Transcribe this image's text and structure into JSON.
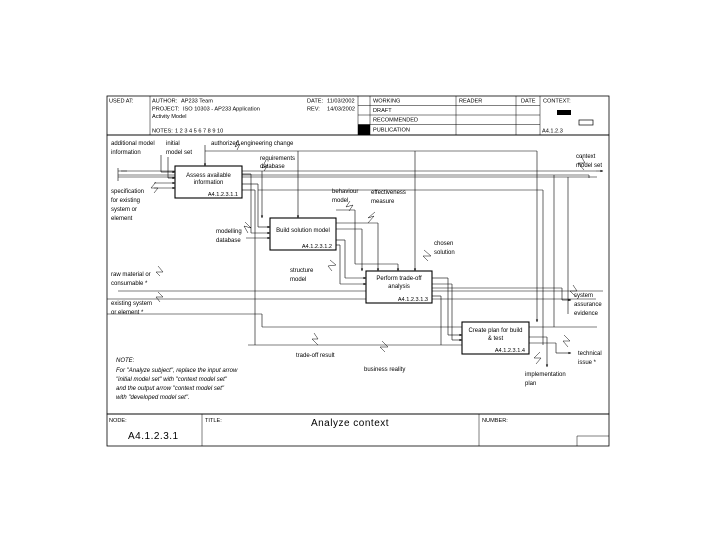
{
  "header": {
    "used_at_label": "USED AT:",
    "author_label": "AUTHOR:",
    "author": "AP233 Team",
    "project_label": "PROJECT:",
    "project_line1": "ISO 10303 - AP233 Application",
    "project_line2": "Activity Model",
    "notes_label": "NOTES:",
    "notes_numbers": "1  2  3  4  5  6  7  8  9  10",
    "date_label": "DATE:",
    "date": "11/03/2002",
    "rev_label": "REV:",
    "rev": "14/03/2002",
    "status": [
      "WORKING",
      "DRAFT",
      "RECOMMENDED",
      "PUBLICATION"
    ],
    "reader_label": "READER",
    "reader_date_label": "DATE",
    "context_label": "CONTEXT:",
    "context_node": "A4.1.2.3"
  },
  "diagram": {
    "activities": [
      {
        "id": "a1",
        "name_lines": [
          "Assess available",
          "information"
        ],
        "node": "A4.1.2.3.1.1"
      },
      {
        "id": "a2",
        "name_lines": [
          "Build solution model"
        ],
        "node": "A4.1.2.3.1.2"
      },
      {
        "id": "a3",
        "name_lines": [
          "Perform trade-off",
          "analysis"
        ],
        "node": "A4.1.2.3.1.3"
      },
      {
        "id": "a4",
        "name_lines": [
          "Create plan for build",
          "& test"
        ],
        "node": "A4.1.2.3.1.4"
      }
    ],
    "labels": [
      {
        "id": "additional",
        "lines": [
          "additional model",
          "information"
        ]
      },
      {
        "id": "initial",
        "lines": [
          "initial",
          "model set"
        ]
      },
      {
        "id": "authorized",
        "lines": [
          "authorized engineering change"
        ]
      },
      {
        "id": "requirements",
        "lines": [
          "requirements",
          "database"
        ]
      },
      {
        "id": "context_out",
        "lines": [
          "context",
          "model set"
        ]
      },
      {
        "id": "specification",
        "lines": [
          "specification",
          "for existing",
          "system  or",
          "element"
        ]
      },
      {
        "id": "behaviour",
        "lines": [
          "behaviour",
          "model"
        ]
      },
      {
        "id": "effectiveness",
        "lines": [
          "effectiveness",
          "measure"
        ]
      },
      {
        "id": "modelling",
        "lines": [
          "modelling",
          "database"
        ]
      },
      {
        "id": "chosen",
        "lines": [
          "chosen",
          "solution"
        ]
      },
      {
        "id": "raw",
        "lines": [
          "raw material or",
          "consumable *"
        ]
      },
      {
        "id": "structure",
        "lines": [
          "structure",
          "model"
        ]
      },
      {
        "id": "system_assurance",
        "lines": [
          "system",
          "assurance",
          "evidence"
        ]
      },
      {
        "id": "existing",
        "lines": [
          "existing system",
          "or element *"
        ]
      },
      {
        "id": "tradeoff",
        "lines": [
          "trade-off result"
        ]
      },
      {
        "id": "business",
        "lines": [
          "business reality"
        ]
      },
      {
        "id": "technical",
        "lines": [
          "technical",
          "issue *"
        ]
      },
      {
        "id": "implementation",
        "lines": [
          "implementation",
          "plan"
        ]
      }
    ],
    "note_title": "NOTE:",
    "note_lines": [
      "For \"Analyze subject\", replace the input arrow",
      "\"initial model set\" with \"context model set\"",
      " and the output arrow \"context model set\"",
      "with \"developed model set\"."
    ]
  },
  "footer": {
    "node_label": "NODE:",
    "node": "A4.1.2.3.1",
    "title_label": "TITLE:",
    "title": "Analyze  context",
    "number_label": "NUMBER:"
  }
}
